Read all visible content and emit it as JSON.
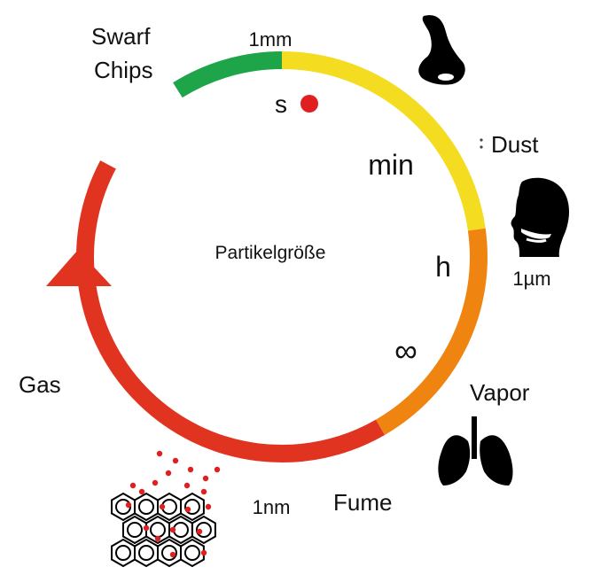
{
  "center_label": "Partikelgröße",
  "size_labels": {
    "mm": "1mm",
    "um": "1µm",
    "nm": "1nm"
  },
  "particle_types": {
    "swarf": "Swarf",
    "chips": "Chips",
    "dust": "Dust",
    "vapor": "Vapor",
    "fume": "Fume",
    "gas": "Gas"
  },
  "time_labels": {
    "seconds": "s",
    "minutes": "min",
    "hours": "h",
    "infinity": "∞"
  },
  "colors": {
    "green": "#1ea54a",
    "yellow": "#f4dc20",
    "orange": "#ef8410",
    "red": "#e03420",
    "dot": "#e02020",
    "icon": "#000000"
  },
  "icons": [
    "nose-icon",
    "head-icon",
    "lungs-icon",
    "nanostructure-icon"
  ]
}
